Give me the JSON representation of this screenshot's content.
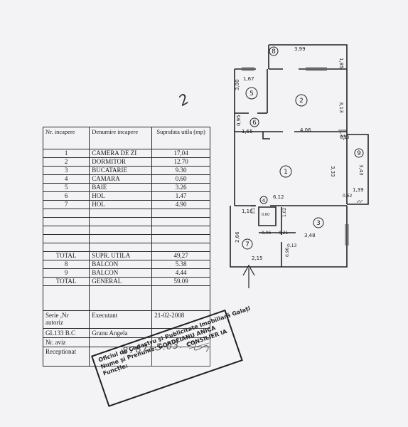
{
  "table": {
    "header": {
      "col1": "Nr. incapere",
      "col2": "Denumire incapere",
      "col3": "Suprafata utila (mp)"
    },
    "rooms": [
      {
        "nr": "1",
        "name": "CAMERA DE ZI",
        "area": "17,04"
      },
      {
        "nr": "2",
        "name": "DORMITOR",
        "area": "12.70"
      },
      {
        "nr": "3",
        "name": "BUCATARIE",
        "area": "9.30"
      },
      {
        "nr": "4",
        "name": "CAMARA",
        "area": "0.60"
      },
      {
        "nr": "5",
        "name": "BAIE",
        "area": "3.26"
      },
      {
        "nr": "6",
        "name": "HOL",
        "area": "1.47"
      },
      {
        "nr": "7",
        "name": "HOL",
        "area": "4.90"
      }
    ],
    "total_util": {
      "label": "TOTAL",
      "name": "SUPR. UTILA",
      "area": "49,27"
    },
    "balconies": [
      {
        "nr": "8",
        "name": "BALCON",
        "area": "5.38"
      },
      {
        "nr": "9",
        "name": "BALCON",
        "area": "4.44"
      }
    ],
    "total_general": {
      "label": "TOTAL",
      "name": "GENERAL",
      "area": "59.09"
    },
    "info": {
      "serie_label": "Serie ,Nr autoriz",
      "executant_label": "Executant",
      "date": "21-02-2008",
      "serie_value": "GL133 B.C",
      "executant_name": "Granu Angela",
      "aviz_label": "Nr. aviz",
      "receptionat_label": "Receptionat"
    }
  },
  "handwritten": {
    "receipt_number": "8787/ 5.03.",
    "mark": "2"
  },
  "stamp": {
    "line1": "Oficiul de Cadastru și Publicitate Imobiliară Galați",
    "line2": "Nume și Prenume:  GORDEIANU ANICA",
    "line3a": "Funcție:",
    "line3b": "CONSILIER IA"
  },
  "plan": {
    "rooms": [
      {
        "id": "1"
      },
      {
        "id": "2"
      },
      {
        "id": "3"
      },
      {
        "id": "4"
      },
      {
        "id": "5"
      },
      {
        "id": "6"
      },
      {
        "id": "7"
      },
      {
        "id": "8"
      },
      {
        "id": "9"
      }
    ],
    "dimensions": [
      "3,99",
      "1,85",
      "1,67",
      "3,13",
      "3,00",
      "0,95",
      "1,55",
      "4,06",
      "0,53",
      "3,43",
      "3,33",
      "6,12",
      "1,39",
      "0,62",
      "1,16",
      "1,13",
      "1,02",
      "0,96",
      "0,21",
      "3,48",
      "2,66",
      "2,15",
      "0,13",
      "0,96",
      "0,60"
    ]
  }
}
